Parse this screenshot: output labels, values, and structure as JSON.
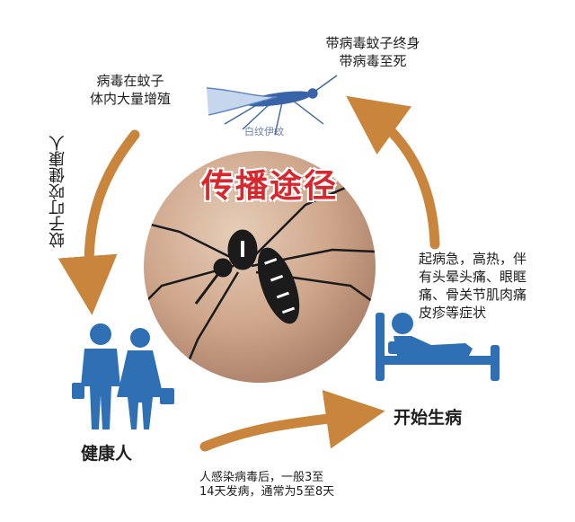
{
  "diagram": {
    "title": "传播途径",
    "mosquito_label": "白纹伊蚊",
    "top_right_lines": [
      "带病毒蚊子终身",
      "带病毒至死"
    ],
    "top_left_lines": [
      "病毒在蚊子",
      "体内大量增殖"
    ],
    "left_vertical": "蚊子叮咬健康人",
    "right_lines": [
      "起病急，高热，伴",
      "有头晕头痛、眼眶",
      "痛、骨关节肌肉痛",
      "皮疹等症状"
    ],
    "sick_label": "开始生病",
    "healthy_label": "健康人",
    "bottom_lines": [
      "人感染病毒后，一般3至",
      "14天发病，通常为5至8天"
    ]
  },
  "colors": {
    "arrow": "#c9853c",
    "icon_blue": "#2f6fb3",
    "title_red": "#d8282d"
  }
}
